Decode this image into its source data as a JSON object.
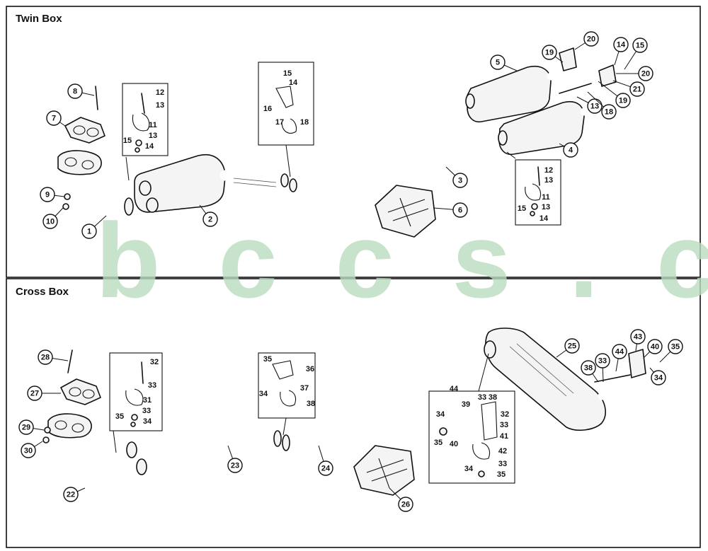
{
  "sections": {
    "twin": {
      "title": "Twin Box"
    },
    "cross": {
      "title": "Cross Box"
    }
  },
  "watermark": "b c c s . c h",
  "colors": {
    "watermark": "#b9dcbf",
    "line": "#111111"
  },
  "callouts": {
    "twin": [
      "1",
      "2",
      "3",
      "4",
      "5",
      "6",
      "7",
      "8",
      "9",
      "10",
      "19",
      "20",
      "14",
      "15",
      "20",
      "21",
      "19",
      "13",
      "18",
      "13"
    ],
    "twin_inset_a": [
      "12",
      "13",
      "11",
      "13",
      "15",
      "14"
    ],
    "twin_inset_b": [
      "15",
      "14",
      "16",
      "17",
      "18"
    ],
    "twin_inset_c": [
      "12",
      "13",
      "11",
      "13",
      "15",
      "14"
    ],
    "cross": [
      "22",
      "23",
      "24",
      "25",
      "26",
      "27",
      "28",
      "29",
      "30",
      "43",
      "40",
      "35",
      "44",
      "33",
      "38",
      "34"
    ],
    "cross_inset_a": [
      "32",
      "33",
      "31",
      "33",
      "35",
      "34"
    ],
    "cross_inset_b": [
      "35",
      "36",
      "34",
      "37",
      "38"
    ],
    "cross_inset_c": [
      "33",
      "38",
      "44",
      "39",
      "32",
      "34",
      "33",
      "35",
      "41",
      "40",
      "42",
      "34",
      "33",
      "35"
    ]
  }
}
